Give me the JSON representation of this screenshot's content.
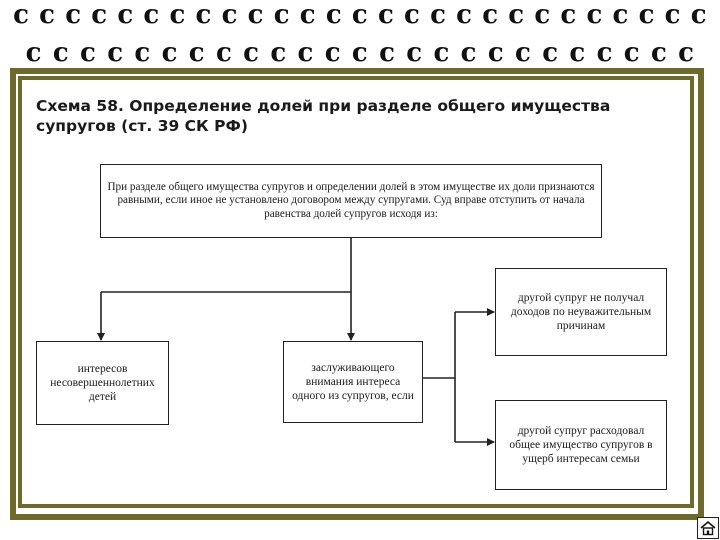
{
  "title": "Схема 58. Определение долей при разделе общего имущества супругов (ст. 39 СК РФ)",
  "boxes": {
    "main": "При разделе общего имущества супругов и определении долей в этом имуществе их доли признаются равными, если иное не установлено договором между супругами. Суд вправе отступить от начала равенства долей супругов исходя из:",
    "left": "интересов несовершеннолетних детей",
    "middle": "заслуживающего внимания интереса одного из супругов, если",
    "right_top": "другой супруг не получал доходов по неуважительным причинам",
    "right_bottom": "другой супруг расходовал общее имущество супругов в ущерб интересам семьи"
  },
  "icons": {
    "binding_ring": "ring-binding-icon",
    "home": "home-icon"
  },
  "colors": {
    "frame": "#6e6a2a"
  }
}
